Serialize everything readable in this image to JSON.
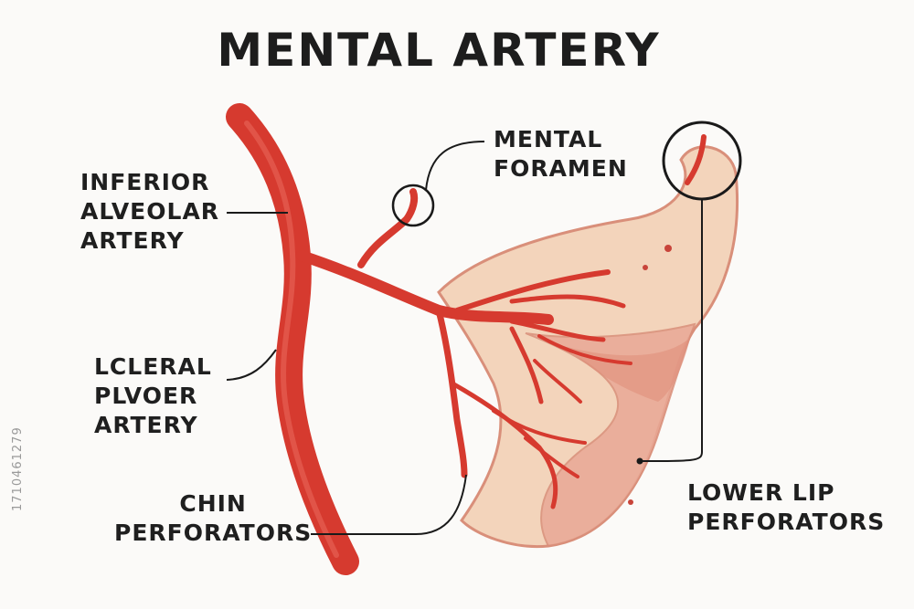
{
  "title": "MENTAL ARTERY",
  "labels": {
    "inferior_alveolar": [
      "INFERIOR",
      "ALVEOLAR",
      "ARTERY"
    ],
    "lcleral_plvoer": [
      "LCLERAL",
      "PLVOER",
      "ARTERY"
    ],
    "chin_perforators": [
      "CHIN",
      "PERFORATORS"
    ],
    "mental_foramen": [
      "MENTAL",
      "FORAMEN"
    ],
    "lower_lip_perforators": [
      "LOWER LIP",
      "PERFORATORS"
    ]
  },
  "stock_id": "1710461279",
  "colors": {
    "artery": "#d63a2f",
    "artery_dark": "#b8281f",
    "tissue": "#f3d4bb",
    "tissue_edge": "#d98f7a",
    "lip": "#e6a08c",
    "line": "#1a1a1a"
  }
}
